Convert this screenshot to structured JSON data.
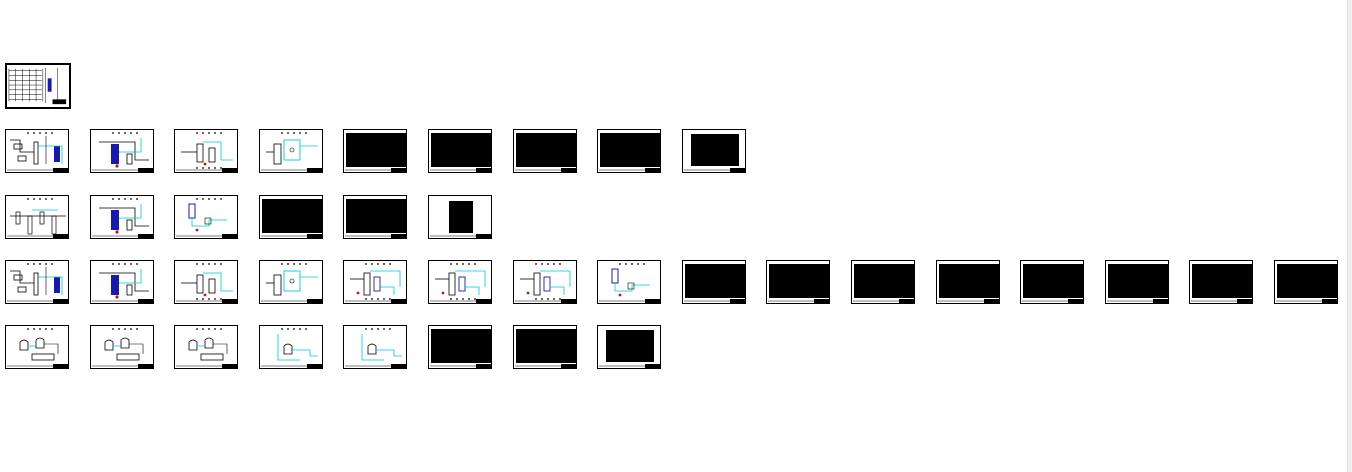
{
  "sheet_rows": [
    {
      "row": "index",
      "sheets": [
        "index"
      ]
    },
    {
      "row": 1,
      "sheets": [
        "schematic-a",
        "schematic-b",
        "schematic-c",
        "schematic-d",
        "blank",
        "blank",
        "blank",
        "blank",
        "blank-narrow"
      ]
    },
    {
      "row": 2,
      "sheets": [
        "schematic-line",
        "schematic-b",
        "schematic-e",
        "blank",
        "blank",
        "blank-box"
      ]
    },
    {
      "row": 3,
      "sheets": [
        "schematic-a",
        "schematic-b",
        "schematic-c",
        "schematic-d",
        "schematic-f",
        "schematic-f",
        "schematic-f",
        "schematic-e",
        "blank",
        "blank",
        "blank",
        "blank",
        "blank",
        "blank",
        "blank",
        "blank"
      ]
    },
    {
      "row": 4,
      "sheets": [
        "schematic-g",
        "schematic-g",
        "schematic-g",
        "schematic-h",
        "schematic-h",
        "blank",
        "blank",
        "blank-narrow"
      ]
    }
  ],
  "colors": {
    "ink": "#000000",
    "accent_cyan": "#00c8d8",
    "accent_blue": "#1a1aa8",
    "accent_red": "#c01818",
    "fill_black": "#000000",
    "page_bg": "#ffffff"
  }
}
